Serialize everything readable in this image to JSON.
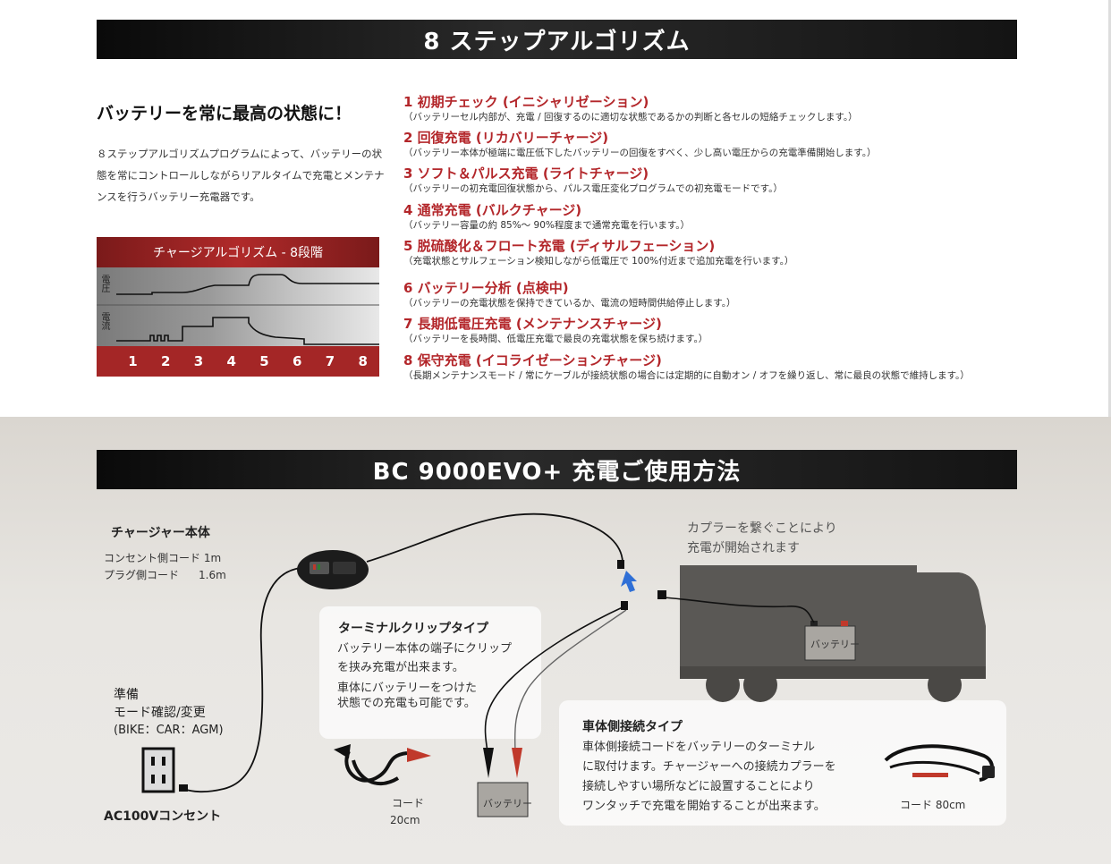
{
  "banner_top": "8 ステップアルゴリズム",
  "lead": {
    "title": "バッテリーを常に最高の状態に！",
    "text": "８ステップアルゴリズムプログラムによって、バッテリーの状態を常にコントロールしながらリアルタイムで充電とメンテナンスを行うバッテリー充電器です。"
  },
  "algorithm": {
    "header": "チャージアルゴリズム - 8段階",
    "voltage_label": "電圧",
    "current_label": "電流",
    "numbers": [
      "1",
      "2",
      "3",
      "4",
      "5",
      "6",
      "7",
      "8"
    ]
  },
  "steps": [
    {
      "title": "1 初期チェック (イニシャリゼーション)",
      "desc": "（バッテリーセル内部が、充電 / 回復するのに適切な状態であるかの判断と各セルの短絡チェックします。）"
    },
    {
      "title": "2 回復充電 (リカバリーチャージ)",
      "desc": "（バッテリー本体が極端に電圧低下したバッテリーの回復をすべく、少し高い電圧からの充電準備開始します。）"
    },
    {
      "title": "3 ソフト＆パルス充電 (ライトチャージ)",
      "desc": "（バッテリーの初充電回復状態から、パルス電圧変化プログラムでの初充電モードです。）"
    },
    {
      "title": "4 通常充電 (バルクチャージ)",
      "desc": "（バッテリー容量の約 85%～ 90%程度まで通常充電を行います。）"
    },
    {
      "title": "5 脱硫酸化＆フロート充電 (ディサルフェーション)",
      "desc": "（充電状態とサルフェーション検知しながら低電圧で 100%付近まで追加充電を行います。）"
    },
    {
      "title": "6 バッテリー分析 (点検中)",
      "desc": "（バッテリーの充電状態を保持できているか、電流の短時間供給停止します。）"
    },
    {
      "title": "7 長期低電圧充電 (メンテナンスチャージ)",
      "desc": "（バッテリーを長時間、低電圧充電で最良の充電状態を保ち続けます。）"
    },
    {
      "title": "8 保守充電 (イコライゼーションチャージ)",
      "desc": "（長期メンテナンスモード / 常にケーブルが接続状態の場合には定期的に自動オン / オフを繰り返し、常に最良の状態で維持します。）"
    }
  ],
  "banner_bottom": "BC 9000EVO+ 充電ご使用方法",
  "charger": {
    "title": "チャージャー本体",
    "cord1": "コンセント側コード 1m",
    "cord2_label": "プラグ側コード",
    "cord2_value": "1.6m"
  },
  "prep": {
    "line1": "準備",
    "line2": "モード確認/変更",
    "line3": "(BIKE：CAR：AGM)"
  },
  "outlet": "AC100Vコンセント",
  "coupler": {
    "line1": "カプラーを繋ぐことにより",
    "line2": "充電が開始されます"
  },
  "terminal_clip": {
    "title": "ターミナルクリップタイプ",
    "line1": "バッテリー本体の端子にクリップ",
    "line2": "を挟み充電が出来ます。",
    "line3": "車体にバッテリーをつけた",
    "line4": "状態での充電も可能です。",
    "cord_label": "コード",
    "cord_length": "20cm",
    "battery_label": "バッテリー"
  },
  "truck_battery_label": "バッテリー",
  "vehicle_side": {
    "title": "車体側接続タイプ",
    "line1": "車体側接続コードをバッテリーのターミナル",
    "line2": "に取付けます。チャージャーへの接続カプラーを",
    "line3": "接続しやすい場所などに設置することにより",
    "line4": "ワンタッチで充電を開始することが出来ます。",
    "cord": "コード 80cm"
  },
  "colors": {
    "accent_red": "#b3262a",
    "arrow_blue": "#2f6fd6",
    "banner_black": "#111111"
  }
}
